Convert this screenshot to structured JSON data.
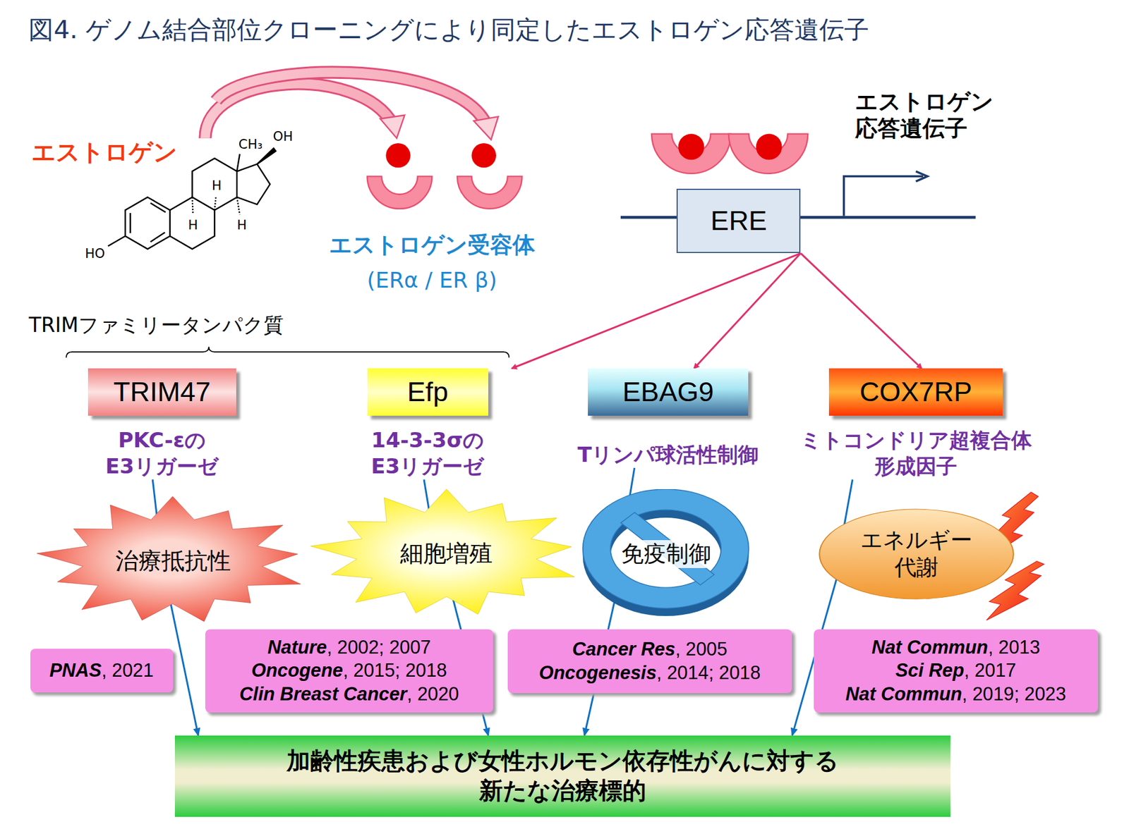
{
  "diagram": {
    "title": "図4. ゲノム結合部位クローニングにより同定したエストロゲン応答遺伝子",
    "nodes": [
      {
        "text": [
          "ERE"
        ]
      },
      {
        "text": [
          "TRIM47",
          "PKC-εの E3リガーゼ"
        ]
      },
      {
        "text": [
          "Efp",
          "14-3-3σの E3リガーゼ"
        ]
      },
      {
        "text": [
          "EBAG9",
          "Tリンパ球活性制御"
        ]
      },
      {
        "text": [
          "COX7RP",
          "ミトコンドリア超複合体 形成因子"
        ]
      },
      {
        "text": [
          "治療抵抗性"
        ]
      },
      {
        "text": [
          "細胞増殖"
        ]
      },
      {
        "text": [
          "免疫制御"
        ]
      },
      {
        "text": [
          "エネルギー 代謝"
        ]
      },
      {
        "text": [
          "PNAS, 2021"
        ]
      },
      {
        "text": [
          "Nature, 2002; 2007",
          "Oncogene, 2015; 2018",
          "Clin Breast Cancer, 2020"
        ]
      },
      {
        "text": [
          "Cancer Res, 2005",
          "Oncogenesis, 2014; 2018"
        ]
      },
      {
        "text": [
          "Nat Commun, 2013",
          "Sci Rep, 2017",
          "Nat Commun, 2019; 2023"
        ]
      },
      {
        "text": [
          "加齢性疾患および女性ホルモン依存性がんに対する 新たな治療標的"
        ]
      }
    ],
    "edges": [
      {
        "from": 0,
        "to": 2,
        "arrow": "to"
      },
      {
        "from": 0,
        "to": 3,
        "arrow": "to"
      },
      {
        "from": 0,
        "to": 4,
        "arrow": "to"
      },
      {
        "from": 1,
        "to": 5,
        "arrow": "none"
      },
      {
        "from": 5,
        "to": 13,
        "arrow": "to"
      },
      {
        "from": 2,
        "to": 6,
        "arrow": "none"
      },
      {
        "from": 6,
        "to": 13,
        "arrow": "to"
      },
      {
        "from": 3,
        "to": 7,
        "arrow": "none"
      },
      {
        "from": 7,
        "to": 13,
        "arrow": "to"
      },
      {
        "from": 4,
        "to": 8,
        "arrow": "none"
      },
      {
        "from": 8,
        "to": 13,
        "arrow": "to"
      }
    ],
    "labels": [
      "エストロゲン",
      "CH₃",
      "OH",
      "H",
      "H",
      "H",
      "HO",
      "エストロゲン受容体",
      "(ERα / ER β)",
      "エストロゲン 応答遺伝子",
      "TRIMファミリータンパク質"
    ]
  }
}
